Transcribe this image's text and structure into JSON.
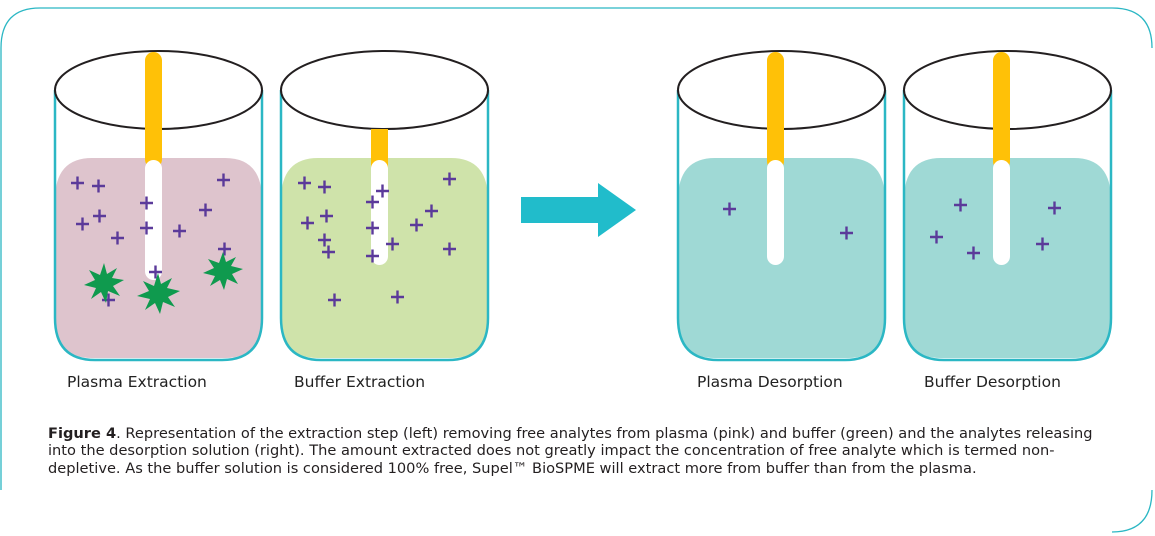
{
  "figure": {
    "labels": {
      "plasma_extraction": "Plasma Extraction",
      "buffer_extraction": "Buffer Extraction",
      "plasma_desorption": "Plasma Desorption",
      "buffer_desorption": "Buffer Desorption"
    },
    "caption_label": "Figure 4",
    "caption_text": ". Representation of the extraction step (left) removing free analytes from plasma (pink) and buffer (green) and the analytes releasing into the desorption solution (right). The amount extracted does not greatly impact the concentration of free analyte which is termed non-depletive. As the buffer solution is considered 100% free, Supel™ BioSPME will extract more from buffer than from the plasma."
  },
  "colors": {
    "outline": "#2bb7c4",
    "fiber": "#ffc107",
    "plasma": "#dec4cd",
    "buffer": "#cfe3aa",
    "desorption": "#9fd9d5",
    "analyte": "#5b3a9a",
    "bound_protein": "#0f9a4e",
    "arrow": "#21bccb"
  },
  "icons": {
    "analyte": "plus-marker",
    "bound_protein": "starburst"
  }
}
